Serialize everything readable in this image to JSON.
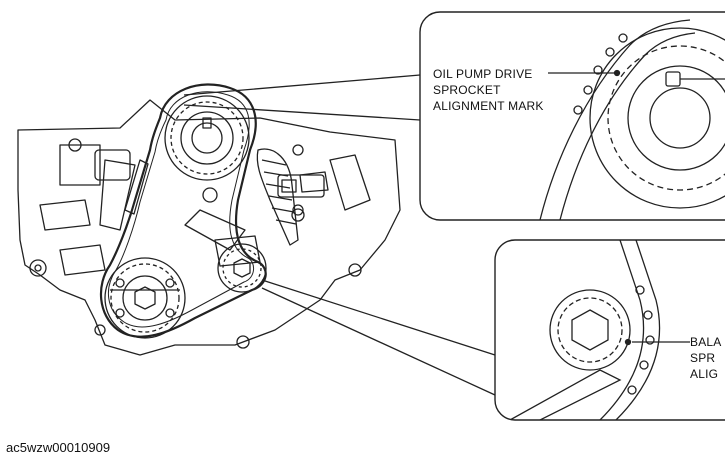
{
  "figure_id": "ac5wzw00010909",
  "callouts": {
    "oil_pump": [
      "OIL PUMP DRIVE",
      "SPROCKET",
      "ALIGNMENT MARK"
    ],
    "balancer": [
      "BALA",
      "SPR",
      "ALIG"
    ]
  },
  "colors": {
    "line": "#222222",
    "paper": "#ffffff"
  }
}
